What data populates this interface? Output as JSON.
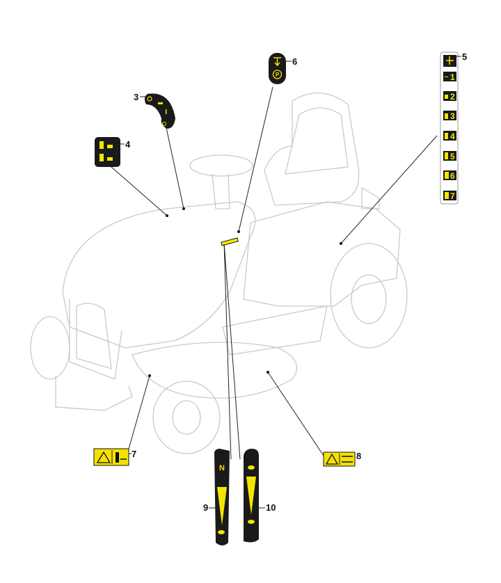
{
  "diagram": {
    "title": "Decal positions",
    "colors": {
      "decal_bg": "#1a1a1a",
      "decal_symbol": "#f2e600",
      "warning_yellow": "#f5e100",
      "outline": "#c9c9c9"
    },
    "callouts": [
      {
        "id": "3",
        "label": "3",
        "part": "ignition-switch-decal"
      },
      {
        "id": "4",
        "label": "4",
        "part": "cutting-height-decal"
      },
      {
        "id": "5",
        "label": "5",
        "part": "height-position-decal"
      },
      {
        "id": "6",
        "label": "6",
        "part": "parking-brake-decal"
      },
      {
        "id": "7",
        "label": "7",
        "part": "front-warning-decal"
      },
      {
        "id": "8",
        "label": "8",
        "part": "discharge-warning-decal"
      },
      {
        "id": "9",
        "label": "9",
        "part": "speed-decal-left"
      },
      {
        "id": "10",
        "label": "10",
        "part": "speed-decal-right"
      }
    ],
    "height_positions": [
      "1",
      "2",
      "3",
      "4",
      "5",
      "6",
      "7"
    ],
    "ignition_symbols": [
      "O",
      "I"
    ],
    "brake_symbol": "P",
    "speed_symbol": "N"
  }
}
